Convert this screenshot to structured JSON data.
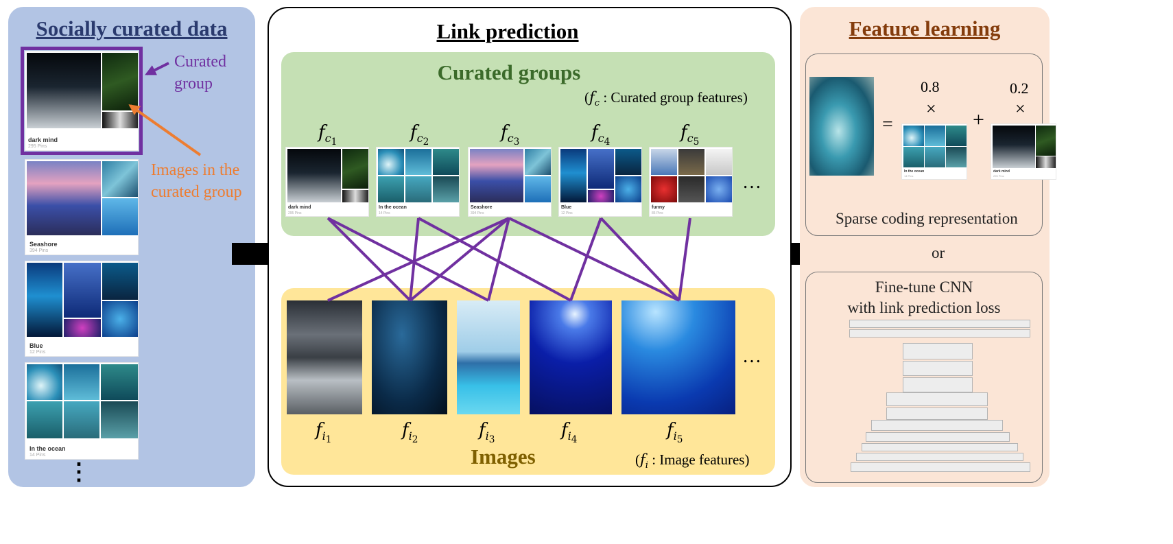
{
  "left_panel": {
    "title": "Socially curated data",
    "annotation_curated": "Curated\ngroup",
    "annotation_images": "Images in the\ncurated group",
    "ellipsis": "⋮",
    "cards": [
      {
        "title": "dark mind",
        "pins": "295 Pins"
      },
      {
        "title": "Seashore",
        "pins": "394 Pins"
      },
      {
        "title": "Blue",
        "pins": "12 Pins"
      },
      {
        "title": "In the ocean",
        "pins": "14 Pins"
      }
    ]
  },
  "middle_panel": {
    "title": "Link prediction",
    "groups_title": "Curated groups",
    "groups_note_prefix": "(",
    "groups_note_var": "f",
    "groups_note_sub": "c",
    "groups_note_text": " : Curated group features)",
    "groups": [
      {
        "symbol": "f",
        "sub": "c",
        "index": "1",
        "title": "dark mind",
        "pins": "295 Pins"
      },
      {
        "symbol": "f",
        "sub": "c",
        "index": "2",
        "title": "In the ocean",
        "pins": "14 Pins"
      },
      {
        "symbol": "f",
        "sub": "c",
        "index": "3",
        "title": "Seashore",
        "pins": "394 Pins"
      },
      {
        "symbol": "f",
        "sub": "c",
        "index": "4",
        "title": "Blue",
        "pins": "12 Pins"
      },
      {
        "symbol": "f",
        "sub": "c",
        "index": "5",
        "title": "funny",
        "pins": "85 Pins"
      }
    ],
    "groups_ellipsis": "…",
    "images_title": "Images",
    "images_note_prefix": "(",
    "images_note_var": "f",
    "images_note_sub": "i",
    "images_note_text": " : Image features)",
    "images": [
      {
        "symbol": "f",
        "sub": "i",
        "index": "1"
      },
      {
        "symbol": "f",
        "sub": "i",
        "index": "2"
      },
      {
        "symbol": "f",
        "sub": "i",
        "index": "3"
      },
      {
        "symbol": "f",
        "sub": "i",
        "index": "4"
      },
      {
        "symbol": "f",
        "sub": "i",
        "index": "5"
      }
    ],
    "images_ellipsis": "…",
    "links": [
      [
        1,
        2
      ],
      [
        1,
        3
      ],
      [
        2,
        2
      ],
      [
        2,
        4
      ],
      [
        3,
        1
      ],
      [
        3,
        2
      ],
      [
        3,
        3
      ],
      [
        3,
        5
      ],
      [
        4,
        4
      ],
      [
        4,
        5
      ],
      [
        5,
        5
      ]
    ]
  },
  "right_panel": {
    "title": "Feature learning",
    "sparse": {
      "equals": "=",
      "plus": "+",
      "coef1": "0.8",
      "coef2": "0.2",
      "times": "×",
      "card1_title": "In the ocean",
      "card1_pins": "14 Pins",
      "card2_title": "dark mind",
      "card2_pins": "295 Pins",
      "label": "Sparse coding representation"
    },
    "or": "or",
    "cnn_label_line1": "Fine-tune CNN",
    "cnn_label_line2": "with link prediction loss"
  },
  "colors": {
    "left_bg": "#b2c4e4",
    "left_title": "#2a3a6e",
    "purple": "#7030a0",
    "orange": "#ed7d31",
    "groups_bg": "#c5e0b4",
    "groups_title": "#3b6a2a",
    "images_bg": "#ffe699",
    "images_title": "#7f6000",
    "right_bg": "#fbe5d6",
    "right_title": "#843c0c"
  }
}
